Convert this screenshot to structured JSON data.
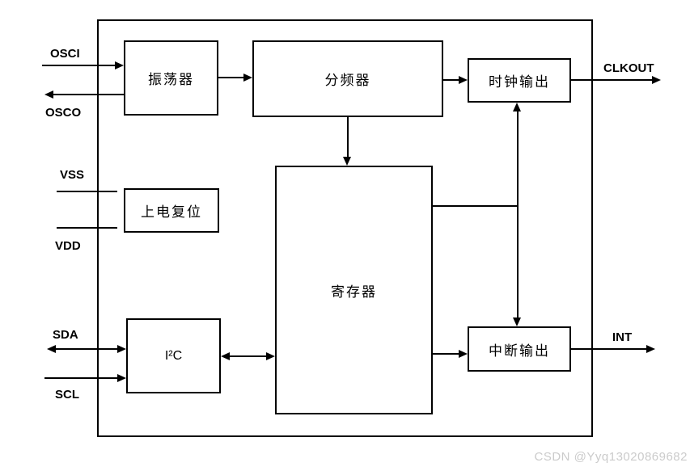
{
  "blocks": {
    "oscillator": {
      "label": "振荡器"
    },
    "divider": {
      "label": "分频器"
    },
    "clock_output": {
      "label": "时钟输出"
    },
    "power_on_reset": {
      "label": "上电复位"
    },
    "register": {
      "label": "寄存器"
    },
    "i2c": {
      "label": "I²C"
    },
    "interrupt_output": {
      "label": "中断输出"
    }
  },
  "pins": {
    "osci": {
      "label": "OSCI"
    },
    "osco": {
      "label": "OSCO"
    },
    "vss": {
      "label": "VSS"
    },
    "vdd": {
      "label": "VDD"
    },
    "sda": {
      "label": "SDA"
    },
    "scl": {
      "label": "SCL"
    },
    "clkout": {
      "label": "CLKOUT"
    },
    "int": {
      "label": "INT"
    }
  },
  "connections": [
    {
      "from": "OSCI",
      "to": "振荡器",
      "type": "arrow-in"
    },
    {
      "from": "振荡器",
      "to": "OSCO",
      "type": "arrow-out"
    },
    {
      "from": "振荡器",
      "to": "分频器",
      "type": "arrow"
    },
    {
      "from": "分频器",
      "to": "时钟输出",
      "type": "arrow"
    },
    {
      "from": "分频器",
      "to": "寄存器",
      "type": "arrow"
    },
    {
      "from": "时钟输出",
      "to": "CLKOUT",
      "type": "arrow-out"
    },
    {
      "from": "VSS",
      "to": "上电复位",
      "type": "line"
    },
    {
      "from": "VDD",
      "to": "上电复位",
      "type": "line"
    },
    {
      "from": "寄存器",
      "to": "时钟输出 / 中断输出",
      "type": "bidirectional"
    },
    {
      "from": "SDA",
      "to": "I²C",
      "type": "bidirectional"
    },
    {
      "from": "SCL",
      "to": "I²C",
      "type": "arrow-in"
    },
    {
      "from": "I²C",
      "to": "寄存器",
      "type": "bidirectional"
    },
    {
      "from": "寄存器",
      "to": "中断输出",
      "type": "arrow"
    },
    {
      "from": "中断输出",
      "to": "INT",
      "type": "arrow-out"
    }
  ],
  "colors": {
    "line": "#000000",
    "background": "#ffffff",
    "watermark": "#cbcbcb"
  },
  "watermark": {
    "text": "CSDN @Yyq13020869682"
  }
}
